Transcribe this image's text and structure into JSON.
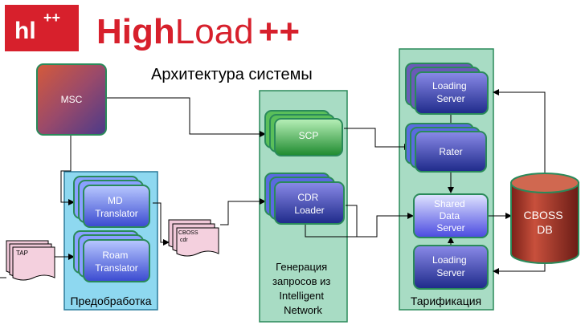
{
  "logo": {
    "badge": "hl",
    "badge_sup": "++",
    "word_bold": "High",
    "word_light": "Load",
    "word_plus": "++"
  },
  "title": "Архитектура системы",
  "colors": {
    "brand_red": "#d7202c",
    "panel_green": "#a8dcc4",
    "panel_border": "#2a8a5a",
    "panel_blue": "#8ed8f0",
    "panel_blue_border": "#2a7a9a",
    "db_red": "#a5372c"
  },
  "groups": {
    "preprocessing": "Предобработка",
    "in_generation": [
      "Генерация",
      "запросов из",
      "Intelligent",
      "Network"
    ],
    "tariffication": "Тарификация"
  },
  "nodes": {
    "msc": "MSC",
    "md_translator": [
      "MD",
      "Translator"
    ],
    "roam_translator": [
      "Roam",
      "Translator"
    ],
    "scp": "SCP",
    "cdr_loader": [
      "CDR",
      "Loader"
    ],
    "loading_server_top": [
      "Loading",
      "Server"
    ],
    "rater": "Rater",
    "shared_data_server": [
      "Shared",
      "Data",
      "Server"
    ],
    "loading_server_bottom": [
      "Loading",
      "Server"
    ],
    "db": [
      "CBOSS",
      "DB"
    ]
  },
  "documents": {
    "tap": "TAP",
    "cboss_cdr": [
      "CBOSS",
      "cdr"
    ]
  }
}
